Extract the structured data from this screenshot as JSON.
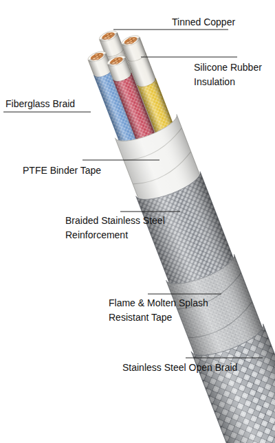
{
  "diagram": {
    "labels": [
      "Tinned Copper",
      "Silicone Rubber Insulation",
      "Fiberglass Braid",
      "PTFE Binder Tape",
      "Braided Stainless Steel Reinforcement",
      "Flame & Molten Splash Resistant Tape",
      "Stainless Steel Open Braid"
    ]
  }
}
